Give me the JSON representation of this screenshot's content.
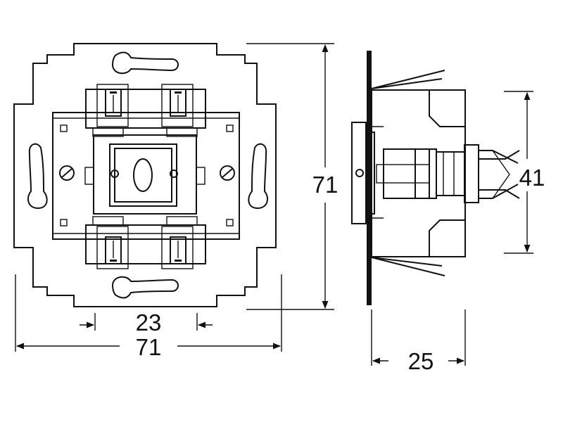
{
  "colors": {
    "stroke": "#111111",
    "background": "#ffffff"
  },
  "front_view": {
    "height_label": "71",
    "width_label": "71",
    "inner_width_label": "23"
  },
  "side_view": {
    "height_label": "41",
    "depth_label": "25"
  }
}
